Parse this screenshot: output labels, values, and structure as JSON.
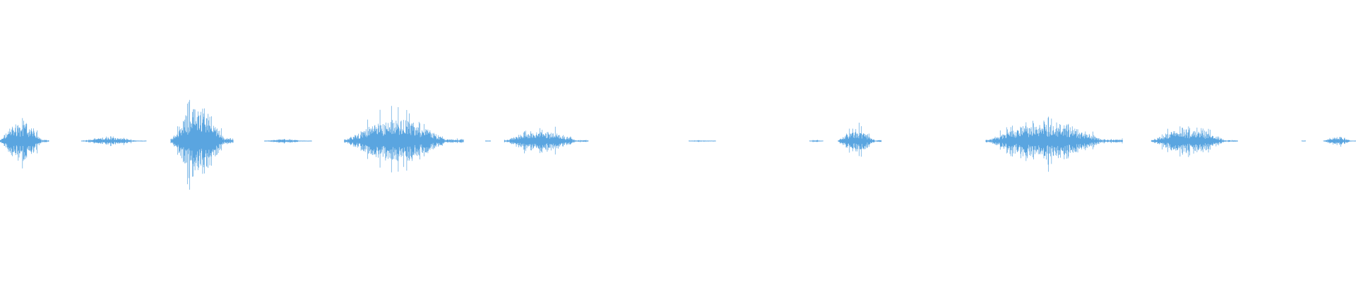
{
  "waveform": {
    "color": "#5aa5e0",
    "background": "#ffffff",
    "baseline": "center",
    "duration_units": 1000,
    "peak_scale": 1.0,
    "segments": [
      {
        "start": 0,
        "end": 36,
        "amplitude": 0.55
      },
      {
        "start": 60,
        "end": 108,
        "amplitude": 0.1
      },
      {
        "start": 126,
        "end": 172,
        "amplitude": 1.0
      },
      {
        "start": 195,
        "end": 230,
        "amplitude": 0.05
      },
      {
        "start": 254,
        "end": 342,
        "amplitude": 0.58
      },
      {
        "start": 358,
        "end": 362,
        "amplitude": 0.01
      },
      {
        "start": 372,
        "end": 434,
        "amplitude": 0.3
      },
      {
        "start": 508,
        "end": 528,
        "amplitude": 0.02
      },
      {
        "start": 597,
        "end": 607,
        "amplitude": 0.03
      },
      {
        "start": 618,
        "end": 650,
        "amplitude": 0.3
      },
      {
        "start": 727,
        "end": 828,
        "amplitude": 0.5
      },
      {
        "start": 849,
        "end": 913,
        "amplitude": 0.35
      },
      {
        "start": 960,
        "end": 963,
        "amplitude": 0.01
      },
      {
        "start": 976,
        "end": 1000,
        "amplitude": 0.12
      }
    ]
  }
}
